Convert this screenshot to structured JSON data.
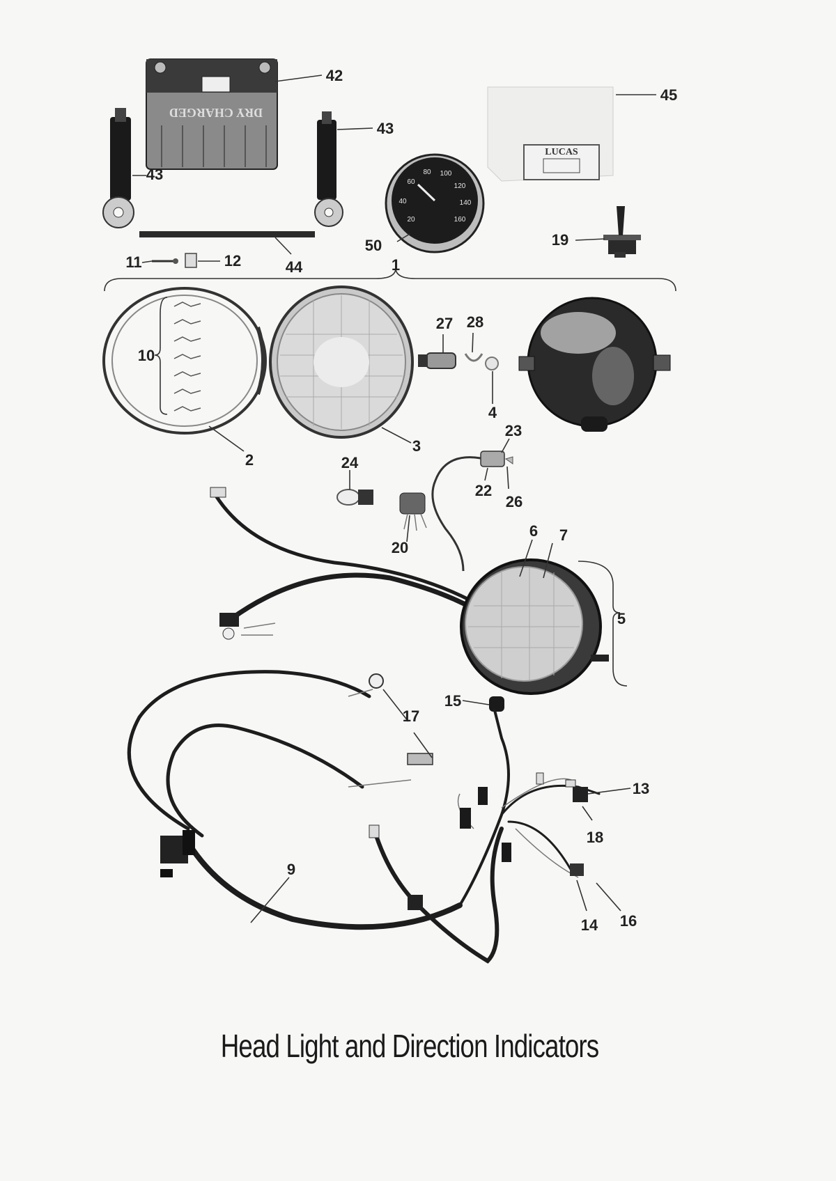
{
  "caption": "Head Light and Direction Indicators",
  "battery_text": "DRY CHARGED",
  "switch_brand": "LUCAS",
  "speedo_ticks": [
    "20",
    "40",
    "60",
    "80",
    "100",
    "120",
    "140",
    "160"
  ],
  "callouts": {
    "c1": "1",
    "c2": "2",
    "c3": "3",
    "c4": "4",
    "c5": "5",
    "c6": "6",
    "c7": "7",
    "c9": "9",
    "c10": "10",
    "c11": "11",
    "c12": "12",
    "c13": "13",
    "c14": "14",
    "c15": "15",
    "c16": "16",
    "c17": "17",
    "c18": "18",
    "c19": "19",
    "c20": "20",
    "c22": "22",
    "c23": "23",
    "c24": "24",
    "c26": "26",
    "c27": "27",
    "c28": "28",
    "c42": "42",
    "c43a": "43",
    "c43b": "43",
    "c44": "44",
    "c45": "45",
    "c50": "50"
  }
}
